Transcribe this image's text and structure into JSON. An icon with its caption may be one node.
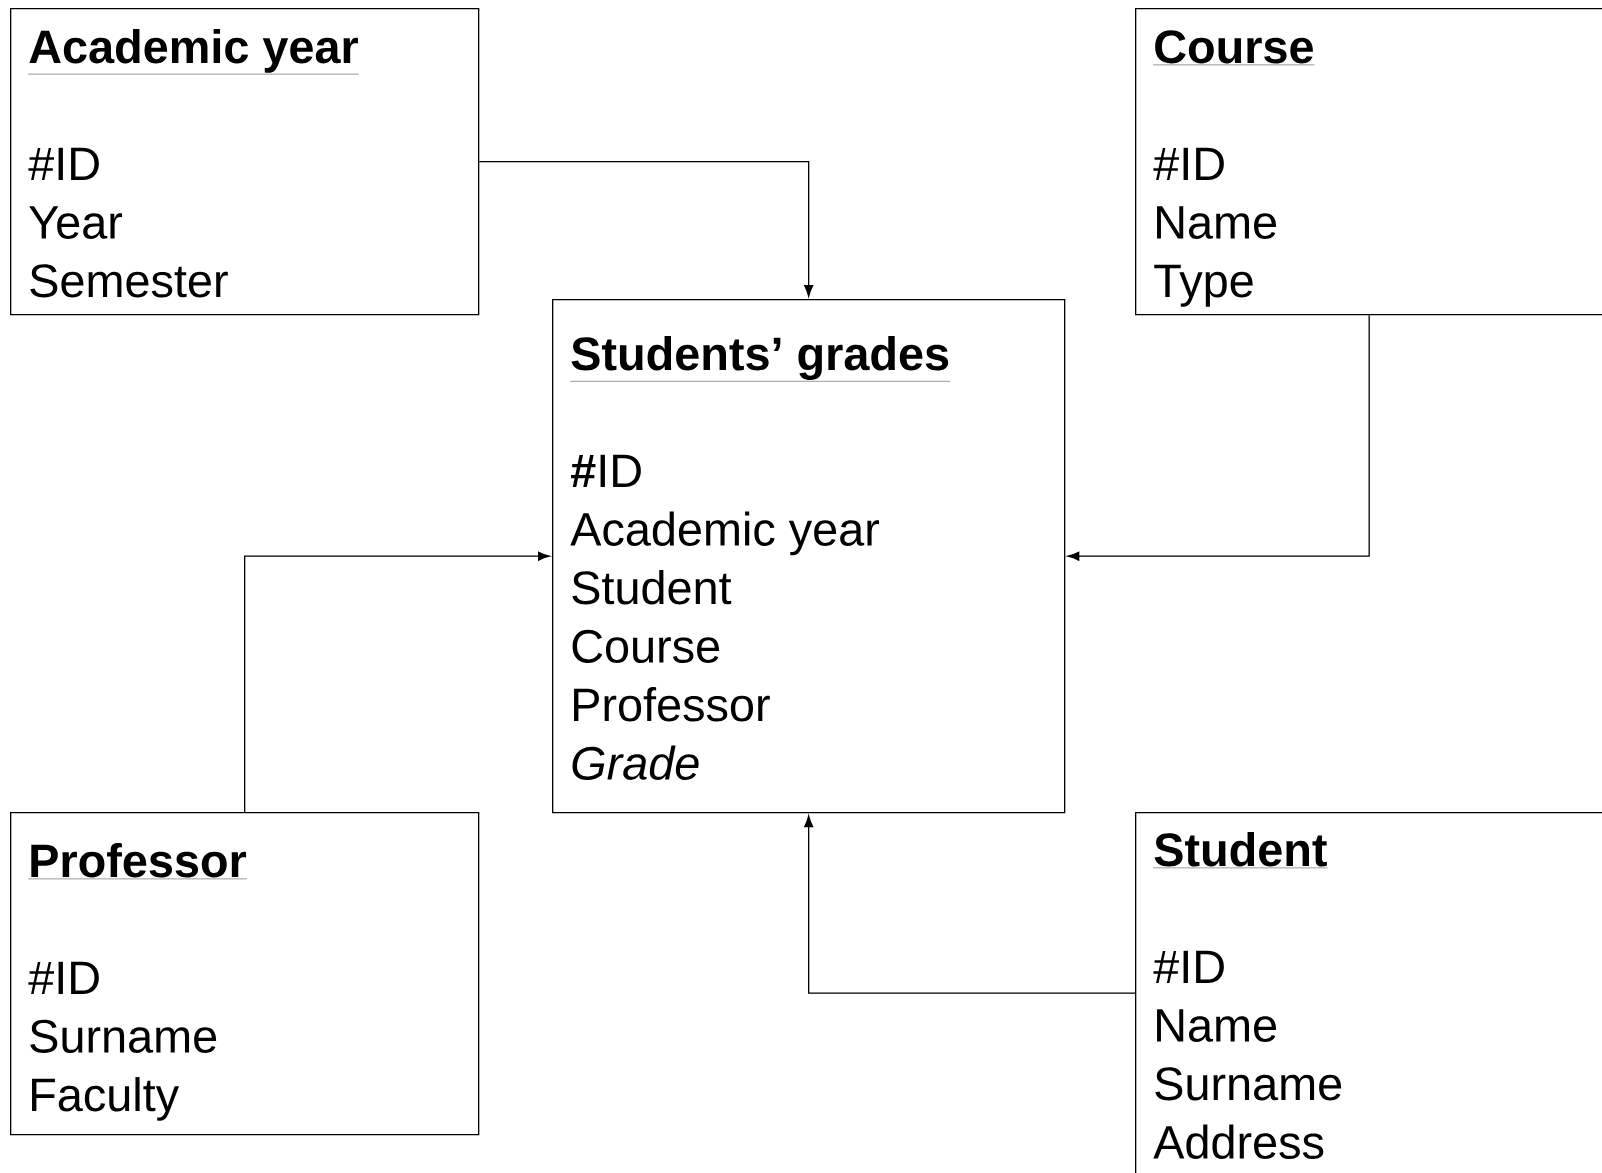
{
  "diagram": {
    "nodes": [
      {
        "text": [
          "Academic year",
          "#ID",
          "Year",
          "Semester"
        ]
      },
      {
        "text": [
          "Course",
          "#ID",
          "Name",
          "Type"
        ]
      },
      {
        "text": [
          "Students’ grades",
          "**#**ID",
          "Academic year",
          "Student",
          "Course",
          "Professor",
          "*Grade*"
        ]
      },
      {
        "text": [
          "Professor",
          "#ID",
          "Surname",
          "Faculty"
        ]
      },
      {
        "text": [
          "Student",
          "#ID",
          "Name",
          "Surname",
          "Address"
        ]
      }
    ],
    "edges": [
      {
        "from": 0,
        "to": 2,
        "arrow": "to"
      },
      {
        "from": 1,
        "to": 2,
        "arrow": "to"
      },
      {
        "from": 3,
        "to": 2,
        "arrow": "to"
      },
      {
        "from": 4,
        "to": 2,
        "arrow": "to"
      }
    ]
  }
}
